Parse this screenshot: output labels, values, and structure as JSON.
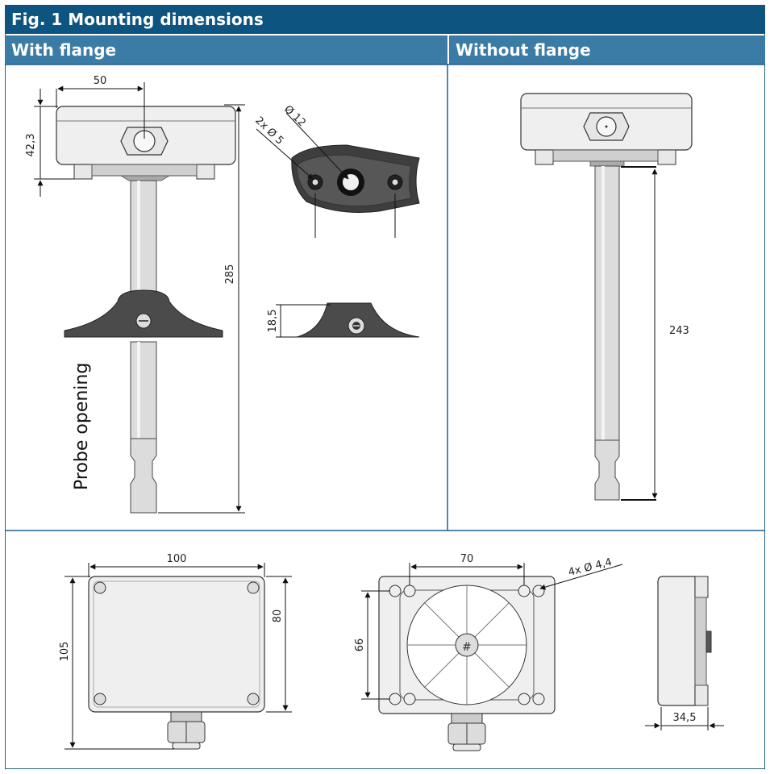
{
  "header": {
    "title": "Fig. 1 Mounting dimensions"
  },
  "sections": {
    "with_flange": "With flange",
    "without_flange": "Without flange"
  },
  "labels": {
    "probe_opening": "Probe opening"
  },
  "dimensions": {
    "width_50": "50",
    "height_42": "42,3",
    "length_285": "285",
    "dia_12": "Ø 12",
    "holes_2x5": "2x Ø 5",
    "flange_18": "18,5",
    "length_243": "243",
    "width_100": "100",
    "height_105": "105",
    "height_80": "80",
    "width_70": "70",
    "holes_4x44": "4x Ø 4,4",
    "height_66": "66",
    "depth_345": "34,5"
  },
  "colors": {
    "header": "#0e5480",
    "subheader": "#3a7ca6",
    "housing": "#efefef",
    "flange": "#4b4b4b"
  }
}
